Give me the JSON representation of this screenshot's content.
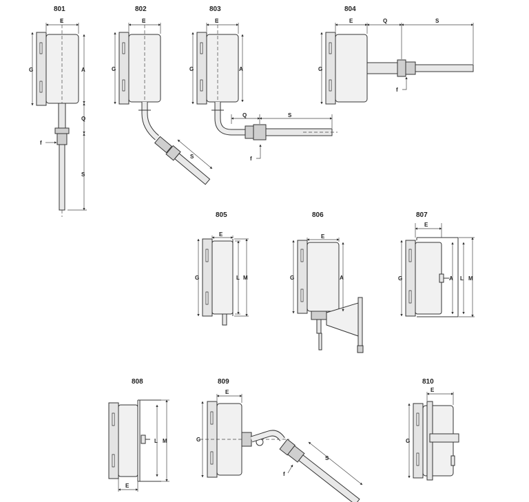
{
  "diagram": {
    "models": [
      {
        "id": "m801",
        "number": "801"
      },
      {
        "id": "m802",
        "number": "802"
      },
      {
        "id": "m803",
        "number": "803"
      },
      {
        "id": "m804",
        "number": "804"
      },
      {
        "id": "m805",
        "number": "805"
      },
      {
        "id": "m806",
        "number": "806"
      },
      {
        "id": "m807",
        "number": "807"
      },
      {
        "id": "m808",
        "number": "808"
      },
      {
        "id": "m809",
        "number": "809"
      },
      {
        "id": "m810",
        "number": "810"
      }
    ],
    "dimension_labels": {
      "E": "E",
      "G": "G",
      "A": "A",
      "Q": "Q",
      "S": "S",
      "f": "f",
      "L": "L",
      "M": "M"
    }
  }
}
